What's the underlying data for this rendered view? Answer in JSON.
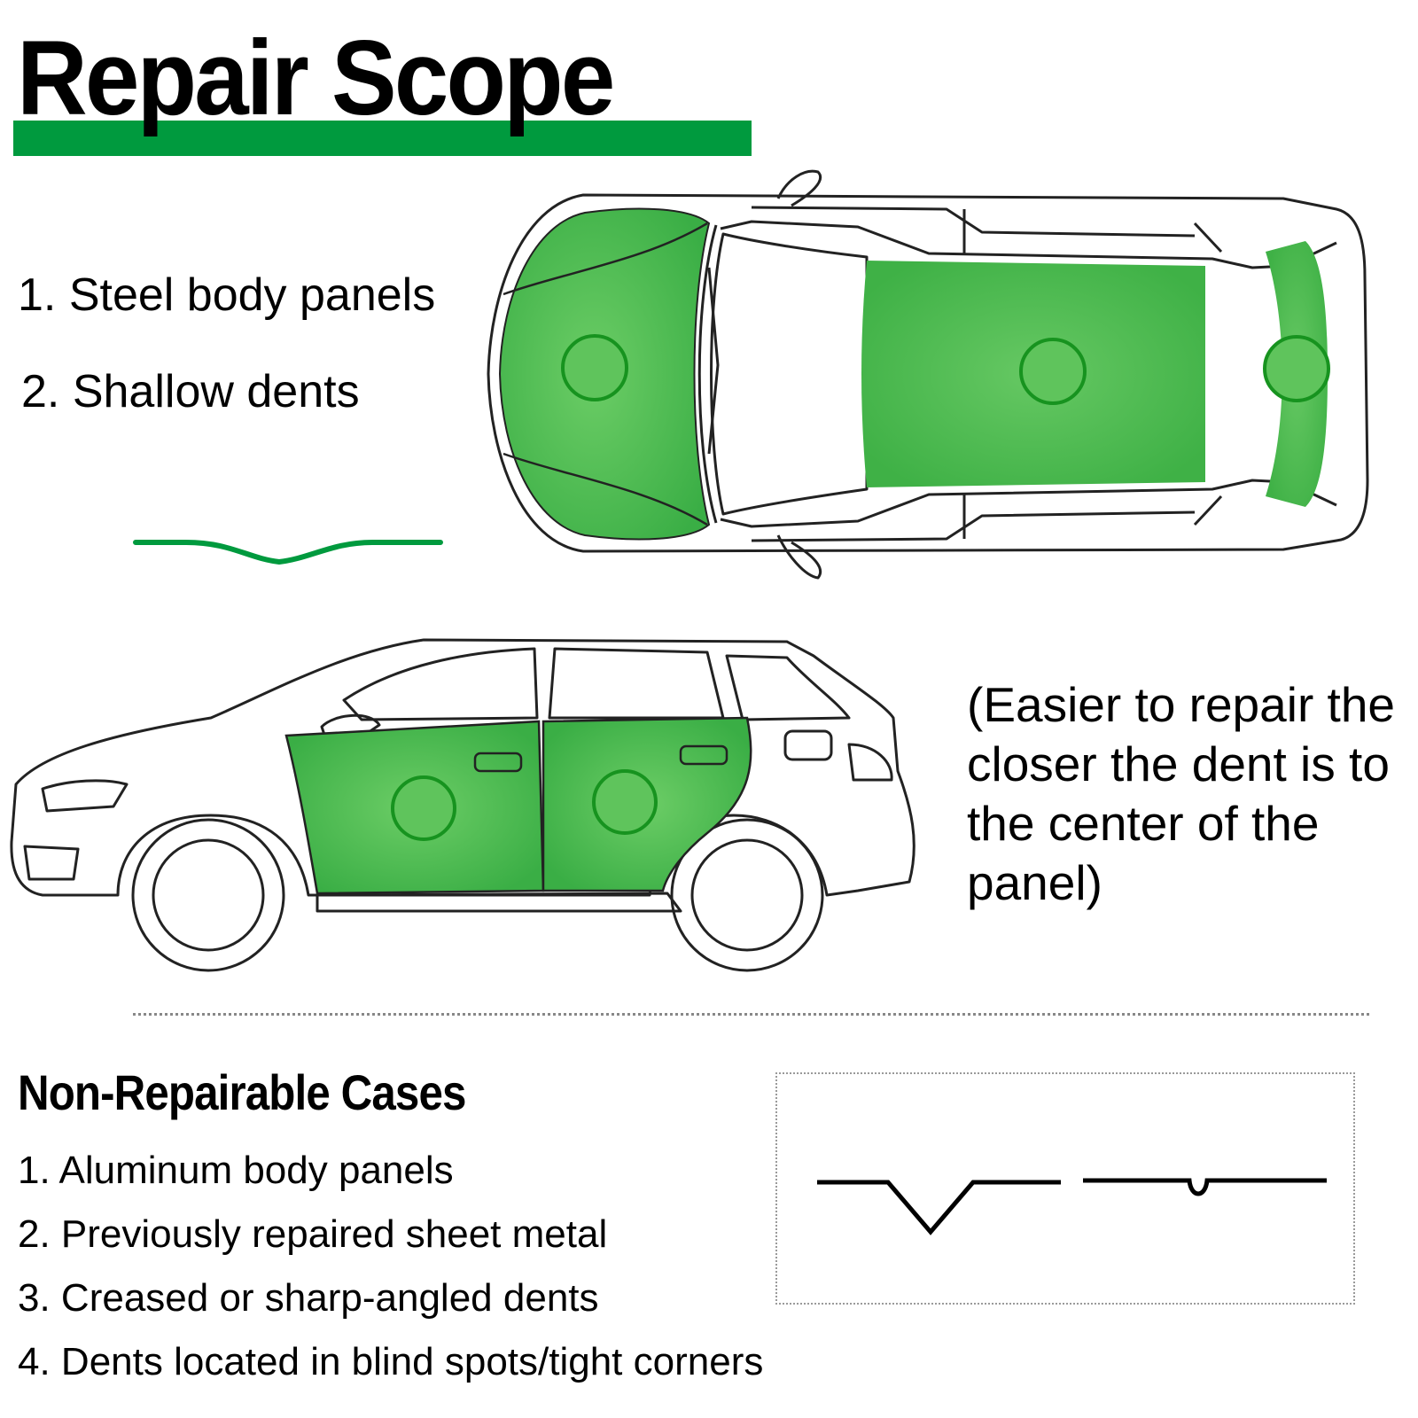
{
  "title": "Repair Scope",
  "repairable": {
    "items": [
      "1. Steel body panels",
      "2. Shallow dents"
    ]
  },
  "note": "(Easier to repair the closer the dent is to the center of the panel)",
  "non_repairable": {
    "heading": "Non-Repairable Cases",
    "items": [
      "1. Aluminum body panels",
      "2. Previously repaired sheet metal",
      "3. Creased or sharp-angled dents",
      "4. Dents located in blind spots/tight corners"
    ]
  },
  "colors": {
    "accent_green": "#009a3e",
    "panel_green": "#44b84a",
    "dent_ring": "#17931f",
    "outline": "#222222"
  },
  "icons": [
    "shallow-dent-curve-icon",
    "sharp-v-dent-icon",
    "small-crease-dent-icon"
  ]
}
